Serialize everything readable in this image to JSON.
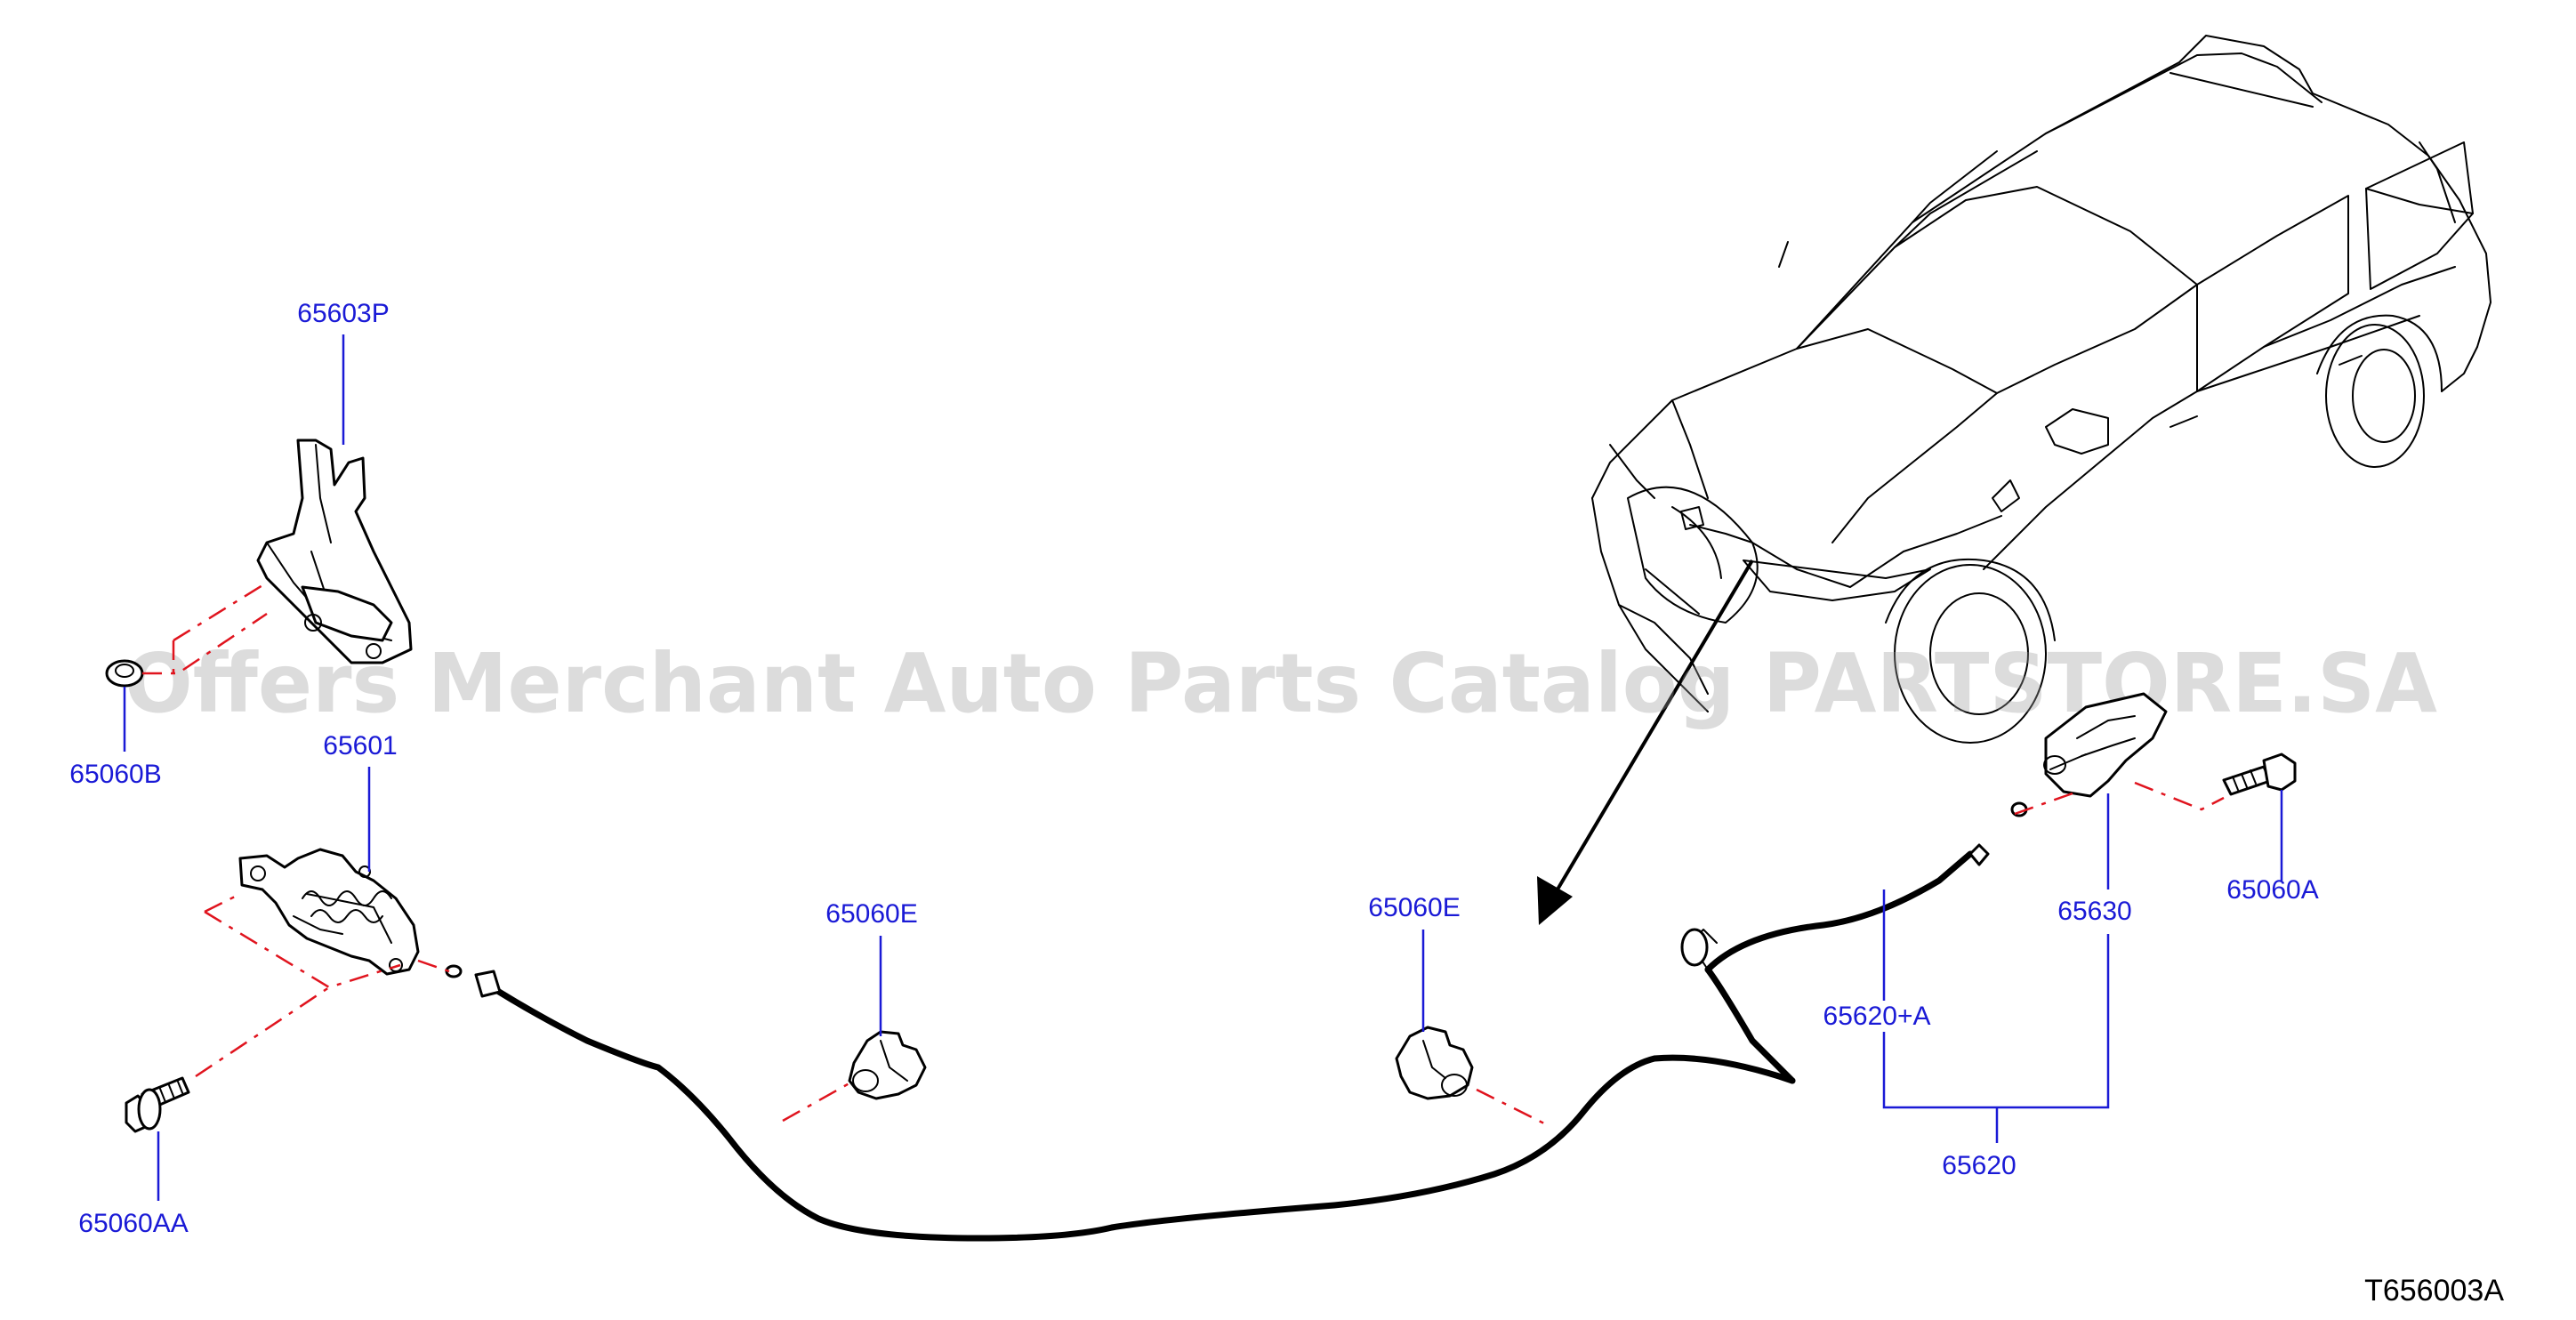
{
  "diagram_code": "T656003A",
  "watermark": "Offers Merchant Auto Parts Catalog PARTSTORE.SA",
  "colors": {
    "label": "#1a1ad6",
    "dash": "#e0141e",
    "line": "#000000",
    "watermark": "#9a9a9a"
  },
  "parts": {
    "p65603P": "65603P",
    "p65060B": "65060B",
    "p65601": "65601",
    "p65060E_left": "65060E",
    "p65060E_right": "65060E",
    "p65060AA": "65060AA",
    "p65630": "65630",
    "p65060A": "65060A",
    "p65620A": "65620+A",
    "p65620": "65620"
  }
}
